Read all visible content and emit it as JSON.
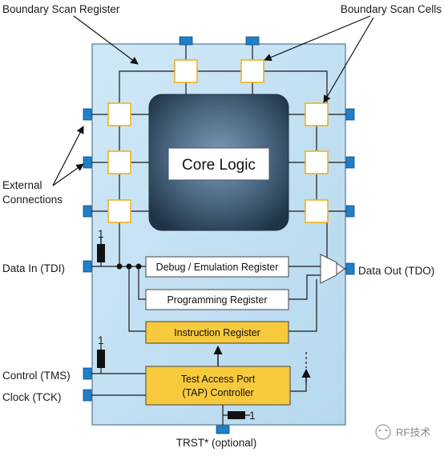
{
  "labels": {
    "boundary_scan_register": "Boundary Scan Register",
    "boundary_scan_cells": "Boundary Scan Cells",
    "external_connections_line1": "External",
    "external_connections_line2": "Connections",
    "data_in": "Data In (TDI)",
    "data_out": "Data Out (TDO)",
    "control": "Control (TMS)",
    "clock": "Clock (TCK)",
    "trst": "TRST* (optional)",
    "pullup_one_a": "1",
    "pullup_one_b": "1",
    "pulldown_one": "1"
  },
  "core": {
    "label": "Core Logic"
  },
  "registers": {
    "debug": "Debug / Emulation Register",
    "programming": "Programming Register",
    "instruction": "Instruction Register"
  },
  "tap": {
    "line1": "Test Access Port",
    "line2": "(TAP) Controller"
  },
  "watermark": {
    "text": "RF技术"
  },
  "colors": {
    "chip_fill": "#c7e3f4",
    "chip_border": "#6c8fa8",
    "pin": "#1f7fc9",
    "instruction_fill": "#f7ca3d",
    "core_dark": "#2b4154",
    "core_light": "#6b8aa6"
  }
}
